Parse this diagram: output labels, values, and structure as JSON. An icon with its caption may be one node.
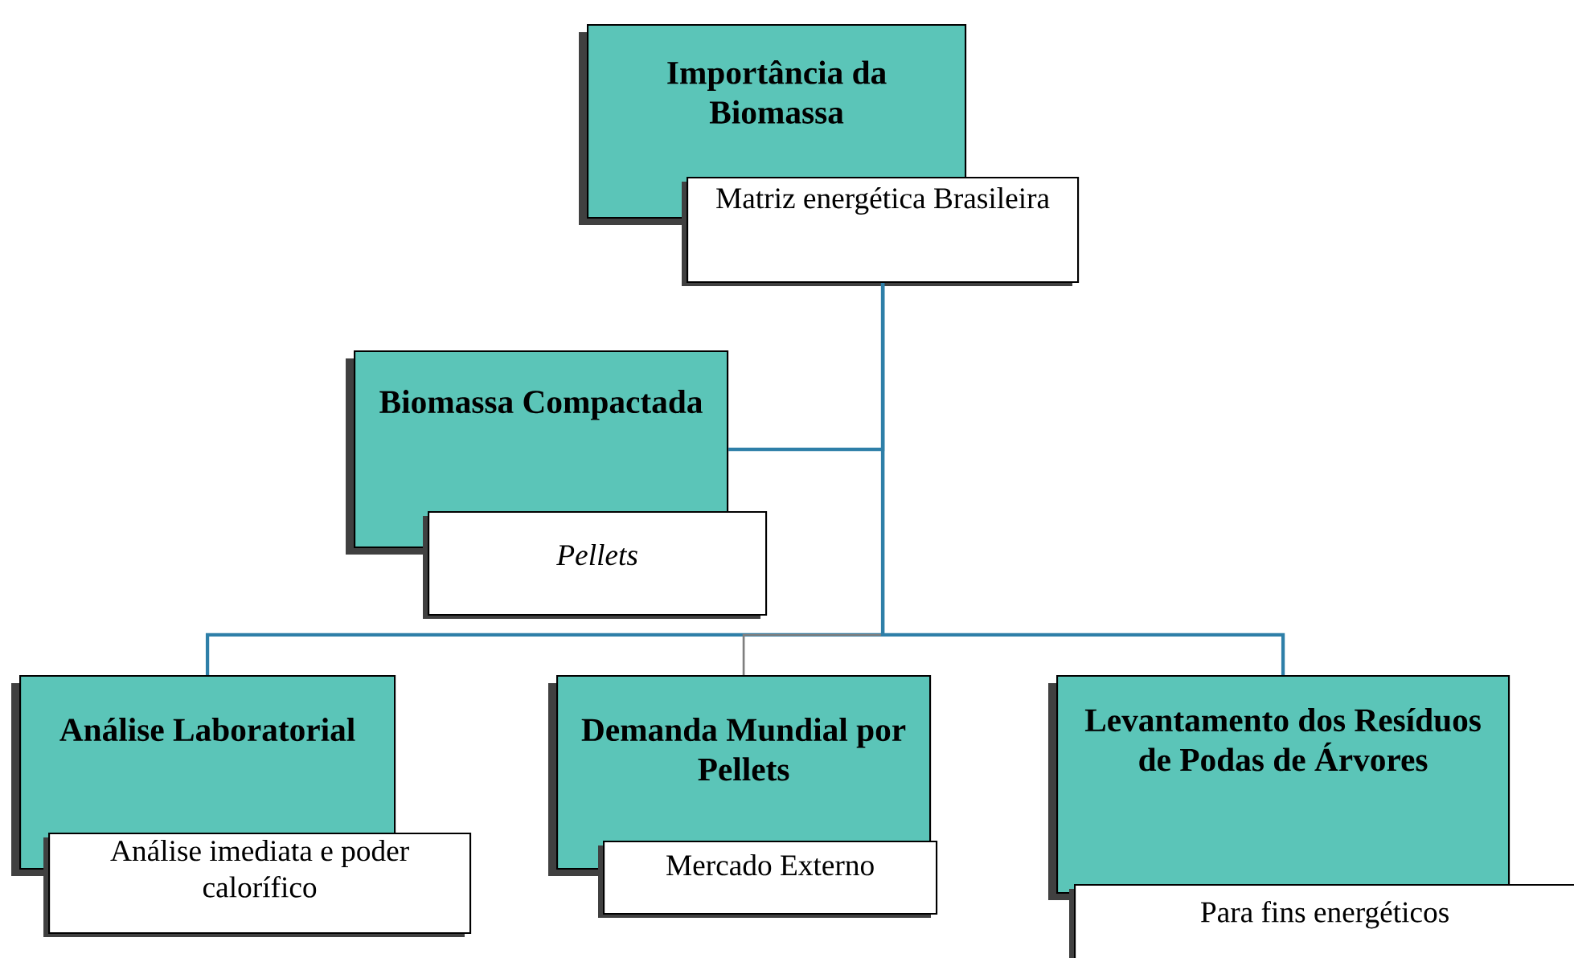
{
  "diagram": {
    "nodes": [
      {
        "text": [
          "Importância da Biomassa"
        ]
      },
      {
        "text": [
          "Matriz energética Brasileira"
        ]
      },
      {
        "text": [
          "Biomassa Compactada"
        ]
      },
      {
        "text": [
          "Pellets"
        ]
      },
      {
        "text": [
          "Análise Laboratorial"
        ]
      },
      {
        "text": [
          "Análise imediata e poder calorífico"
        ]
      },
      {
        "text": [
          "Demanda Mundial por Pellets"
        ]
      },
      {
        "text": [
          "Mercado Externo"
        ]
      },
      {
        "text": [
          "Levantamento dos Resíduos de Podas de Árvores"
        ]
      },
      {
        "text": [
          "Para fins energéticos"
        ]
      }
    ],
    "edges": [
      {
        "from": 1,
        "to": 2,
        "arrow": "none"
      },
      {
        "from": 1,
        "to": 4,
        "arrow": "none"
      },
      {
        "from": 1,
        "to": 6,
        "arrow": "none",
        "color": "#7f7f7f"
      },
      {
        "from": 1,
        "to": 8,
        "arrow": "none"
      }
    ]
  }
}
